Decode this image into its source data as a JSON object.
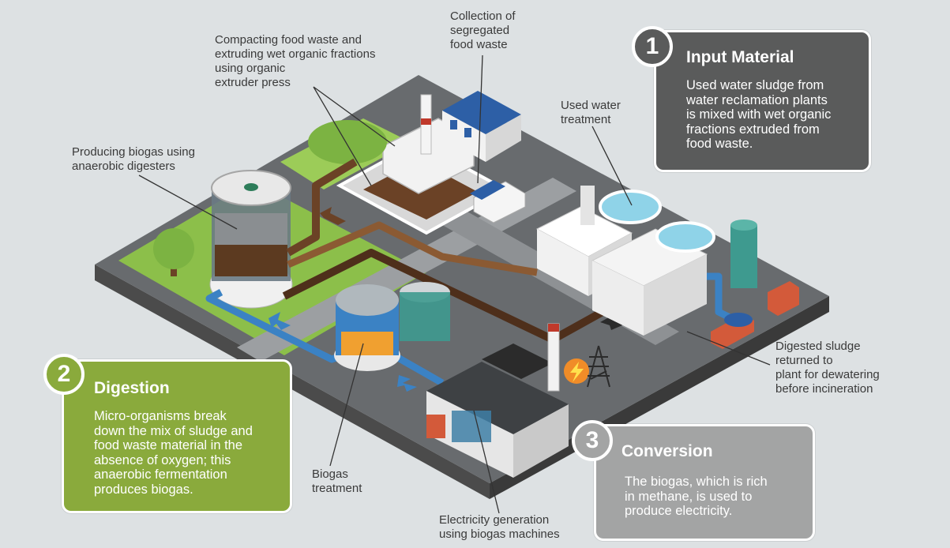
{
  "callouts": {
    "compacting": [
      "Compacting food waste and",
      "extruding wet organic fractions",
      "using organic",
      "extruder press"
    ],
    "collection": [
      "Collection of",
      "segregated",
      "food waste"
    ],
    "used_water": [
      "Used water",
      "treatment"
    ],
    "biogas_production": [
      "Producing biogas using",
      "anaerobic digesters"
    ],
    "biogas_treatment": [
      "Biogas",
      "treatment"
    ],
    "digested_sludge": [
      "Digested sludge",
      "returned to",
      "plant for dewatering",
      "before incineration"
    ],
    "electricity": [
      "Electricity generation",
      "using biogas machines"
    ]
  },
  "steps": [
    {
      "number": "1",
      "title": "Input Material",
      "body": [
        "Used water sludge from",
        "water reclamation plants",
        "is mixed with wet organic",
        "fractions extruded from",
        "food waste."
      ]
    },
    {
      "number": "2",
      "title": "Digestion",
      "body": [
        "Micro-organisms break",
        "down the mix of sludge and",
        "food waste material in the",
        "absence of oxygen; this",
        "anaerobic fermentation",
        "produces biogas."
      ]
    },
    {
      "number": "3",
      "title": "Conversion",
      "body": [
        "The biogas, which is rich",
        "in methane, is used to",
        "produce electricity."
      ]
    }
  ],
  "colors": {
    "background": "#dde1e3",
    "step1": "#5a5b5b",
    "step2": "#8aaa3c",
    "step3": "#a3a4a4",
    "ground_dark": "#606366",
    "grass": "#8cbf4a",
    "pipe_brown": "#6b4226",
    "pipe_blue": "#3b82c4"
  },
  "icons": [
    "lightning-icon",
    "arrow-icon",
    "pipe",
    "tree-icon",
    "truck-icon",
    "pylon-icon"
  ]
}
